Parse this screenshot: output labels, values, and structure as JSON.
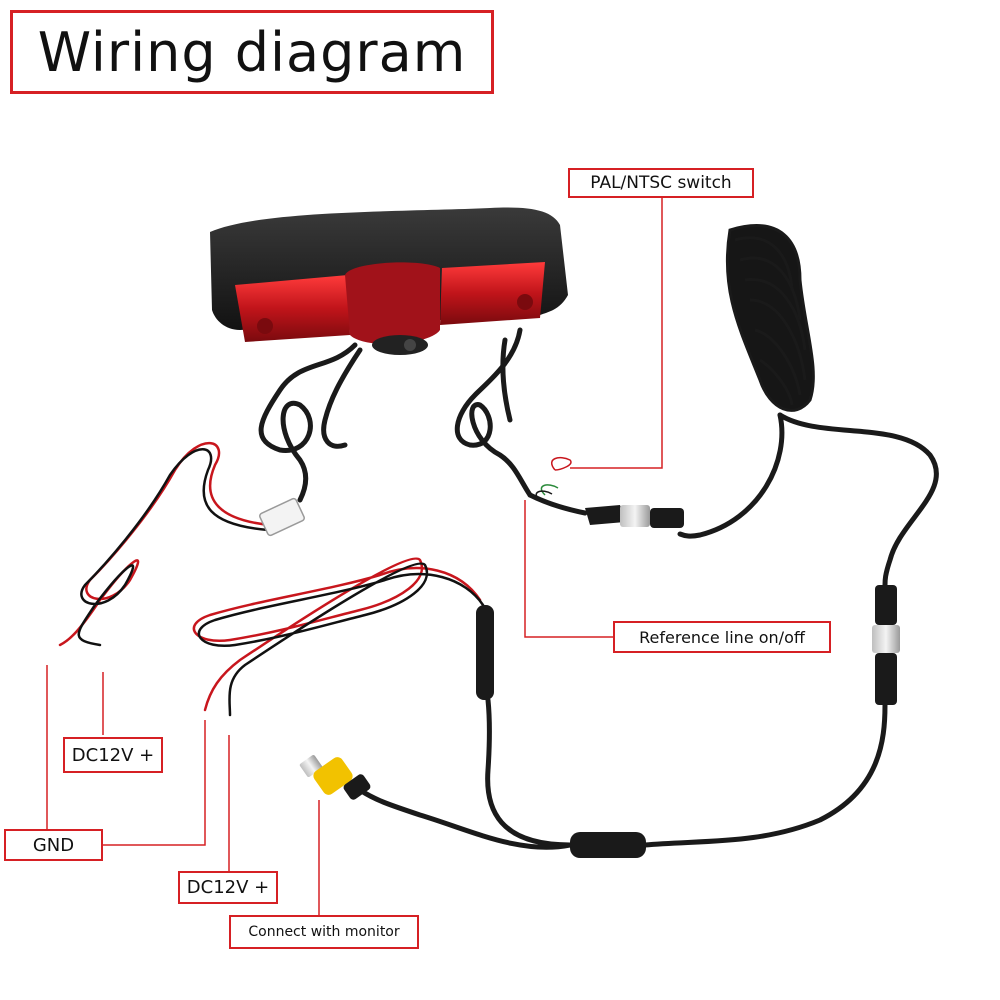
{
  "title": "Wiring diagram",
  "labels": {
    "pal_ntsc": "PAL/NTSC switch",
    "reference_line": "Reference line on/off",
    "dc12v_left": "DC12V +",
    "gnd": "GND",
    "dc12v_bottom": "DC12V +",
    "connect_monitor": "Connect with monitor"
  },
  "colors": {
    "label_border": "#d62024",
    "leader_line": "#d62024",
    "cable": "#1a1a1a",
    "wire_red": "#c8161d",
    "wire_black": "#111111",
    "lamp_red": "#c0141a",
    "housing": "#1c1c1c",
    "rca_yellow": "#f2c200"
  }
}
